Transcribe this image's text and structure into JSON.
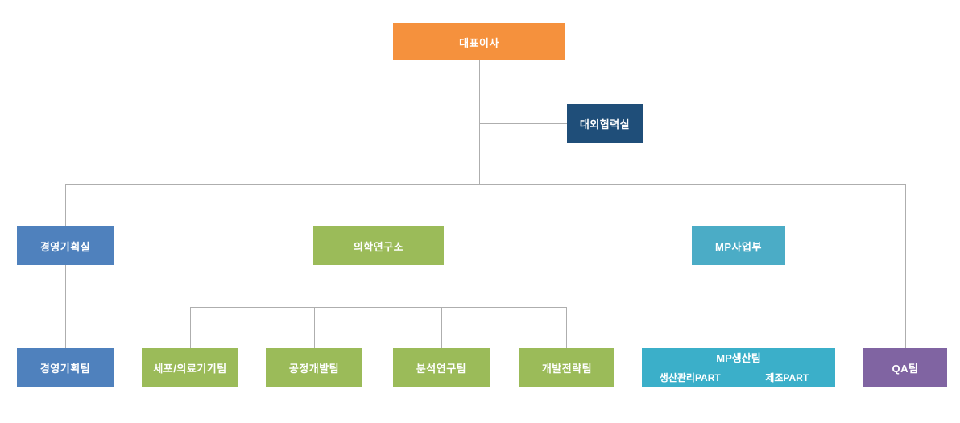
{
  "org": {
    "root": {
      "label": "대표이사",
      "color": "#F5913D"
    },
    "staff": {
      "label": "대외협력실",
      "color": "#1F4E79"
    },
    "planning_office": {
      "label": "경영기획실",
      "color": "#4F81BD"
    },
    "research_institute": {
      "label": "의학연구소",
      "color": "#9BBB59"
    },
    "mp_division": {
      "label": "MP사업부",
      "color": "#4BACC6"
    },
    "planning_team": {
      "label": "경영기획팀",
      "color": "#4F81BD"
    },
    "cell_device_team": {
      "label": "세포/의료기기팀",
      "color": "#9BBB59"
    },
    "process_dev_team": {
      "label": "공정개발팀",
      "color": "#9BBB59"
    },
    "analysis_team": {
      "label": "분석연구팀",
      "color": "#9BBB59"
    },
    "dev_strategy_team": {
      "label": "개발전략팀",
      "color": "#9BBB59"
    },
    "mp_production_team": {
      "label": "MP생산팀",
      "color": "#3BAFC9",
      "parts": [
        {
          "label": "생산관리PART"
        },
        {
          "label": "제조PART"
        }
      ]
    },
    "qa_team": {
      "label": "QA팀",
      "color": "#8064A2"
    },
    "line_color": "#AEAEAE"
  }
}
